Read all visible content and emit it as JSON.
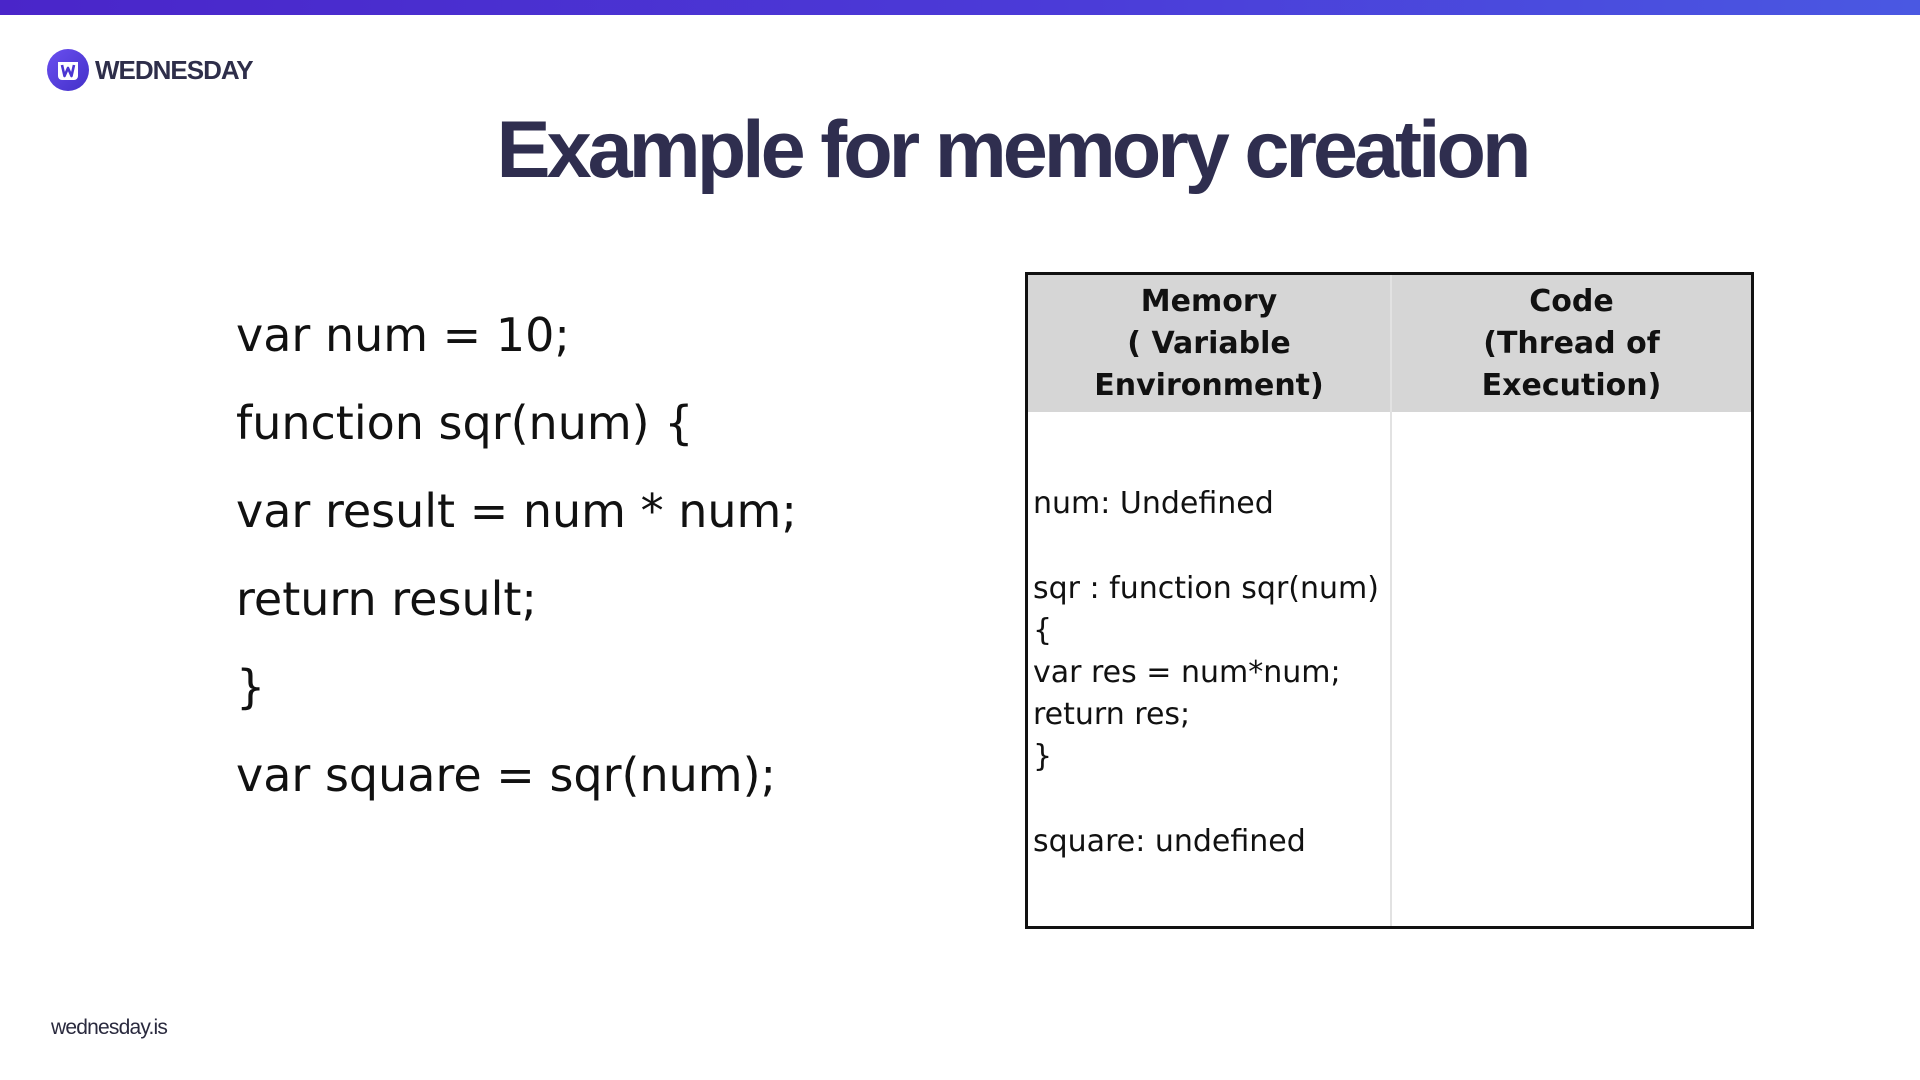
{
  "colors": {
    "accent_bar": "#4b3bd8",
    "title": "#2f2e4f",
    "table_header_bg": "#d6d6d6",
    "brand_icon": "#5a3fe0"
  },
  "brand": {
    "name": "WEDNESDAY",
    "icon": "wednesday-logo-icon"
  },
  "slide": {
    "title": "Example for memory creation"
  },
  "code": {
    "lines": [
      "var num = 10;",
      "function sqr(num) {",
      "var result = num * num;",
      "return result;",
      "}",
      "var square = sqr(num);"
    ]
  },
  "table": {
    "headers": {
      "memory": "Memory\n( Variable\nEnvironment)",
      "code": "Code\n(Thread of Execution)"
    },
    "memory_lines": [
      " num: Undefined",
      " sqr : function sqr(num)",
      "{",
      "var res = num*num;",
      "return res;",
      "}",
      "square: undefined"
    ]
  },
  "footer": {
    "site": "wednesday.is"
  }
}
